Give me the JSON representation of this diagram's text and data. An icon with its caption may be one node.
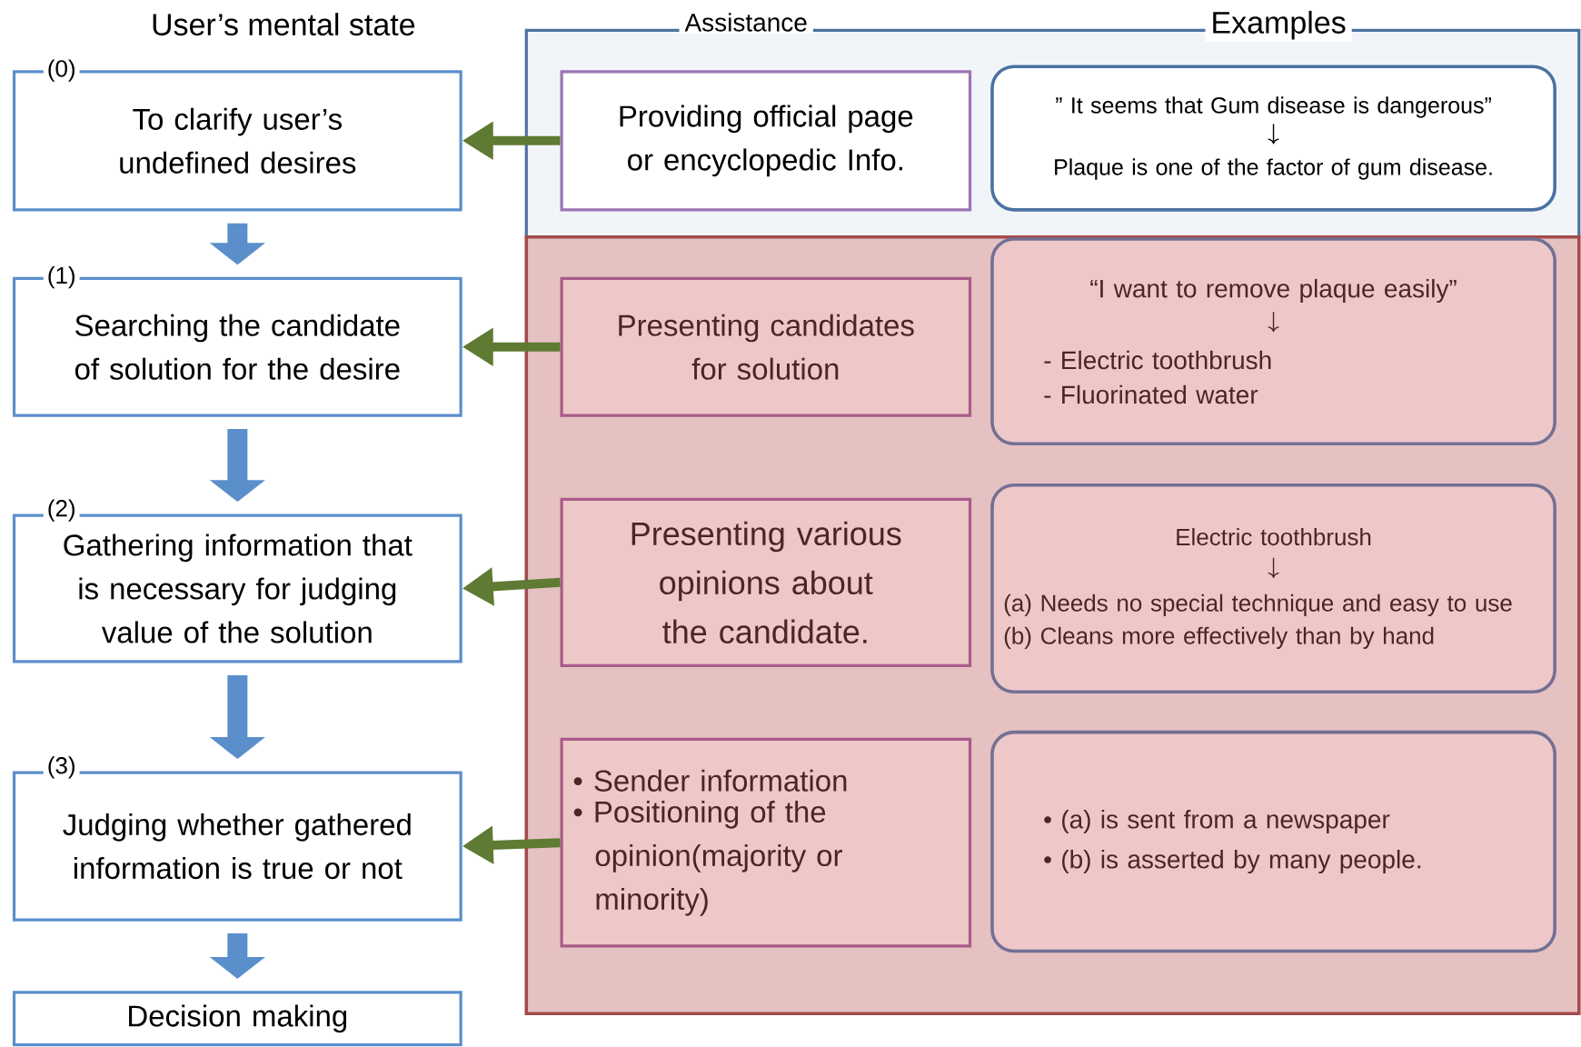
{
  "diagram": {
    "nodes": [
      {
        "text": [
          "(0)",
          "To clarify user’s undefined desires"
        ]
      },
      {
        "text": [
          "(1)",
          "Searching the candidate of solution for the desire"
        ]
      },
      {
        "text": [
          "(2)",
          "Gathering information that is necessary for judging value of the solution"
        ]
      },
      {
        "text": [
          "(3)",
          "Judging whether gathered information is true or not"
        ]
      },
      {
        "text": [
          "Decision making"
        ]
      },
      {
        "text": [],
        "shape": "box"
      },
      {
        "text": [],
        "shape": "box"
      },
      {
        "text": [
          "Providing official page or encyclopedic Info."
        ],
        "in": 5
      },
      {
        "text": [
          "” It seems that Gum disease is dangerous”",
          "Plaque is one of the factor of gum disease."
        ],
        "in": 5
      },
      {
        "text": [
          "Presenting candidates for solution"
        ],
        "in": 6
      },
      {
        "text": [
          "“I want to remove plaque easily”",
          "-     Electric toothbrush",
          "-     Fluorinated water"
        ],
        "in": 6
      },
      {
        "text": [
          "Presenting various opinions about the candidate."
        ],
        "in": 6
      },
      {
        "text": [
          "Electric toothbrush",
          "(a)   Needs no special technique and easy to use",
          "(b)   Cleans more effectively than by hand"
        ],
        "in": 6
      },
      {
        "text": [
          "• Sender information",
          "• Positioning of the opinion(majority or minority)"
        ],
        "in": 6
      },
      {
        "text": [
          "• (a) is sent from a newspaper",
          "• (b) is asserted by many people."
        ],
        "in": 6
      }
    ],
    "edges": [
      {
        "from": 0,
        "to": 1,
        "arrow": "to",
        "style": "thick",
        "color": "#5b8fcb"
      },
      {
        "from": 1,
        "to": 2,
        "arrow": "to",
        "style": "thick",
        "color": "#5b8fcb"
      },
      {
        "from": 2,
        "to": 3,
        "arrow": "to",
        "style": "thick",
        "color": "#5b8fcb"
      },
      {
        "from": 3,
        "to": 4,
        "arrow": "to",
        "style": "thick",
        "color": "#5b8fcb"
      },
      {
        "from": 7,
        "to": 0,
        "arrow": "to",
        "color": "#5f7a33"
      },
      {
        "from": 9,
        "to": 1,
        "arrow": "to",
        "color": "#5f7a33"
      },
      {
        "from": 11,
        "to": 2,
        "arrow": "to",
        "color": "#5f7a33"
      },
      {
        "from": 13,
        "to": 3,
        "arrow": "to",
        "color": "#5f7a33"
      }
    ],
    "labels": [
      "User’s mental state",
      "Assistance",
      "Examples"
    ]
  }
}
